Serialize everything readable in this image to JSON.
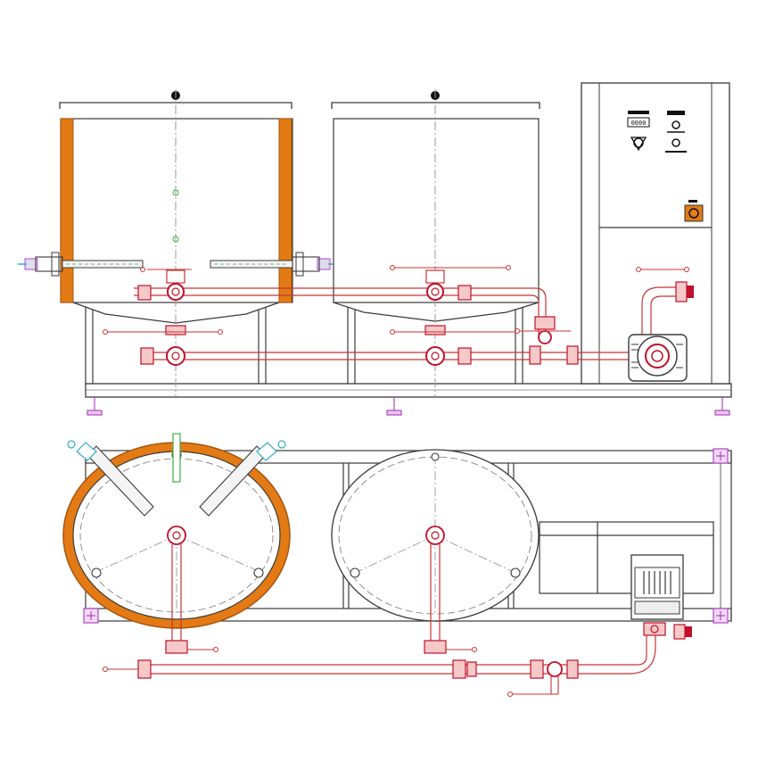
{
  "drawing": {
    "front_view": {
      "tanks": [
        {
          "name": "insulated-tank",
          "has_jacket": true
        },
        {
          "name": "plain-tank",
          "has_jacket": false
        }
      ],
      "control_cabinet": {
        "display_label": "0000"
      }
    },
    "top_view": {
      "tanks": [
        {
          "name": "insulated-tank",
          "has_jacket": true,
          "agitator_arms": 2
        },
        {
          "name": "plain-tank",
          "has_jacket": false
        }
      ],
      "pump": "motor-pump"
    }
  },
  "colors": {
    "line": "#3a3a3a",
    "pipe": "#cc3333",
    "valve": "#c0102a",
    "jacket": "#e37a14",
    "jacket_dark": "#a55512",
    "centerline": "#9a9a9a",
    "foot": "#b146c2",
    "sensor": "#33aacc",
    "green_mark": "#3cb043"
  }
}
